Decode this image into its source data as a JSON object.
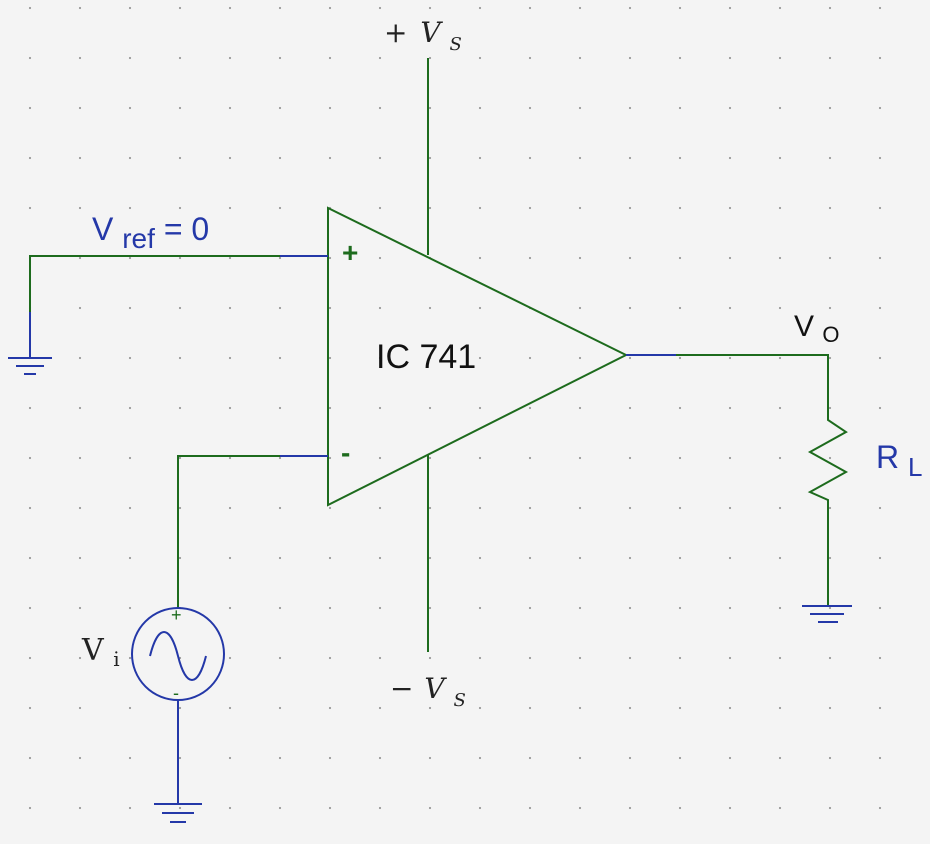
{
  "labels": {
    "plus_vs": {
      "sign": "+",
      "v": "V",
      "sub": "S"
    },
    "minus_vs": {
      "sign": "−",
      "v": "V",
      "sub": "S"
    },
    "vref": {
      "v": "V",
      "sub": "ref",
      "rest": " = 0"
    },
    "ic": "IC 741",
    "plus_input": "+",
    "minus_input": "-",
    "vo": {
      "v": "V",
      "sub": "O"
    },
    "rl": {
      "v": "R",
      "sub": "L"
    },
    "vi": {
      "v": "V",
      "sub": "i"
    },
    "src_plus": "+",
    "src_minus": "-"
  },
  "colors": {
    "wire_green": "#1d6b1d",
    "wire_blue": "#2438a8",
    "label_blue": "#2438a8",
    "text_dark": "#111111",
    "grid_dot": "#9a9a9a"
  }
}
